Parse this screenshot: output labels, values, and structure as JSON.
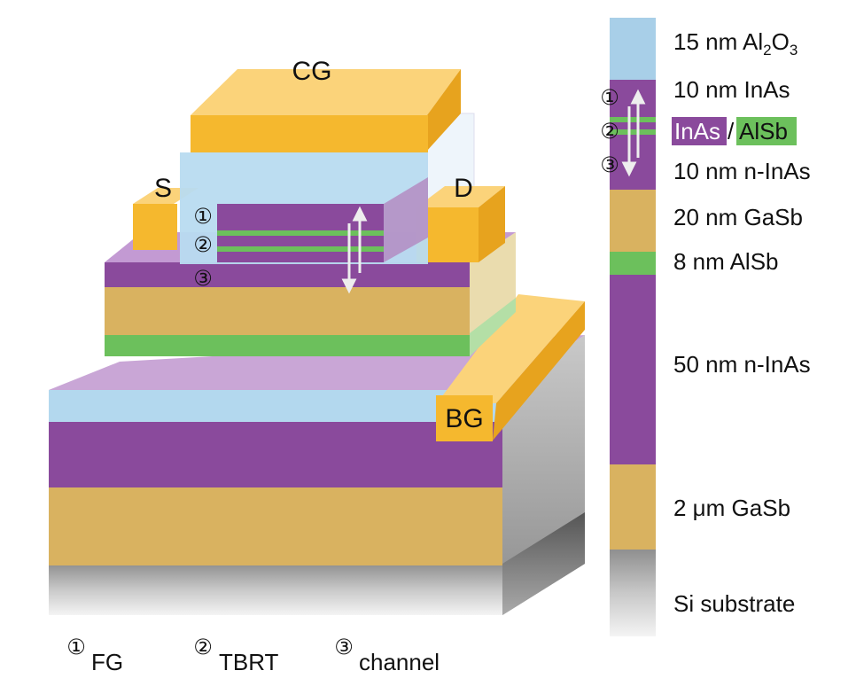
{
  "device": {
    "labels": {
      "cg": "CG",
      "s": "S",
      "d": "D",
      "bg": "BG"
    },
    "markers": [
      "①",
      "②",
      "③"
    ]
  },
  "legend": [
    {
      "num": "①",
      "text": "FG"
    },
    {
      "num": "②",
      "text": "TBRT"
    },
    {
      "num": "③",
      "text": "channel"
    }
  ],
  "stack": {
    "layers": [
      {
        "label_main": "15 nm Al",
        "sub1": "2",
        "mid": "O",
        "sub2": "3",
        "color": "#a8cfe8"
      },
      {
        "label": "10 nm InAs",
        "color": "#8a4a9c"
      },
      {
        "label_a": "InAs",
        "sep": "/",
        "label_b": "AlSb",
        "color_a": "#8a4a9c",
        "color_b": "#6cc05c"
      },
      {
        "label": "10 nm n-InAs",
        "color": "#8a4a9c"
      },
      {
        "label": "20 nm GaSb",
        "color": "#d9b260"
      },
      {
        "label": "8 nm AlSb",
        "color": "#6cc05c"
      },
      {
        "label": "50 nm n-InAs",
        "color": "#8a4a9c"
      },
      {
        "label": "2 μm GaSb",
        "color": "#d9b260"
      },
      {
        "label": "Si substrate",
        "color": "#9a9a9a"
      }
    ]
  },
  "colors": {
    "gold": "#f5b82e",
    "purple": "#8a4a9c",
    "tan": "#d9b260",
    "green": "#6cc05c",
    "lightblue": "#a8cfe8",
    "gray": "#9a9a9a"
  }
}
